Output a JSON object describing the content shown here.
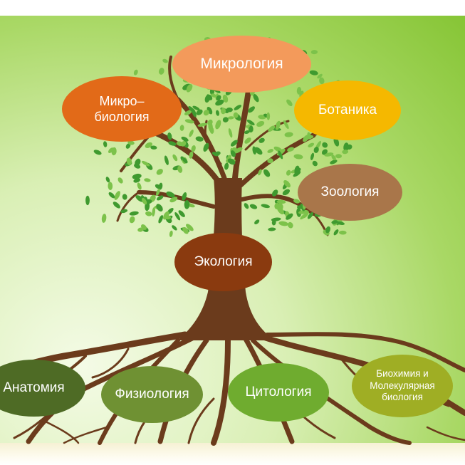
{
  "colors": {
    "trunk": "#6b3b1c",
    "leaf": "#3f9a2f",
    "leaf_light": "#7cc24a"
  },
  "bubbles": {
    "mikrologiya": {
      "label": "Микрология",
      "color": "#f39a5b"
    },
    "mikrobiologiya": {
      "label": "Микро–\nбиология",
      "color": "#e26a18"
    },
    "botanika": {
      "label": "Ботаника",
      "color": "#f5b800"
    },
    "zoologiya": {
      "label": "Зоология",
      "color": "#a9764a"
    },
    "ekologiya": {
      "label": "Экология",
      "color": "#8a3a0f"
    },
    "anatomiya": {
      "label": "Анатомия",
      "color": "#4e6b25"
    },
    "fiziologiya": {
      "label": "Физиология",
      "color": "#6f9133"
    },
    "citologiya": {
      "label": "Цитология",
      "color": "#6fac2f"
    },
    "biohimiya": {
      "label": "Биохимия и\nМолекулярная\nбиология",
      "color": "#9fae24"
    }
  }
}
